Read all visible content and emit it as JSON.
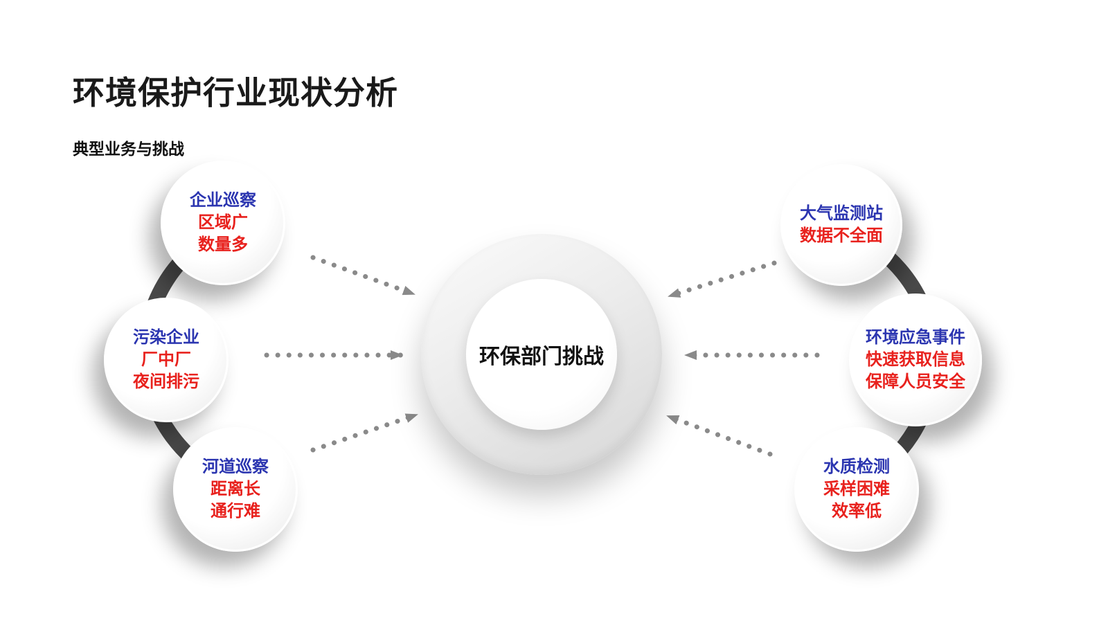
{
  "slide": {
    "title": "环境保护行业现状分析",
    "subtitle": "典型业务与挑战",
    "center_label": "环保部门挑战"
  },
  "colors": {
    "node_primary_blue": "#2b35b0",
    "node_accent_red": "#e8211d",
    "arc_gray": "#4a4a4a",
    "arrow_gray": "#8a8a8a"
  },
  "nodes": {
    "left": [
      {
        "lines": [
          "企业巡察",
          "区域广",
          "数量多"
        ]
      },
      {
        "lines": [
          "污染企业",
          "厂中厂",
          "夜间排污"
        ]
      },
      {
        "lines": [
          "河道巡察",
          "距离长",
          "通行难"
        ]
      }
    ],
    "right": [
      {
        "lines": [
          "大气监测站",
          "数据不全面"
        ]
      },
      {
        "lines": [
          "环境应急事件",
          "快速获取信息",
          "保障人员安全"
        ]
      },
      {
        "lines": [
          "水质检测",
          "采样困难",
          "效率低"
        ]
      }
    ]
  }
}
